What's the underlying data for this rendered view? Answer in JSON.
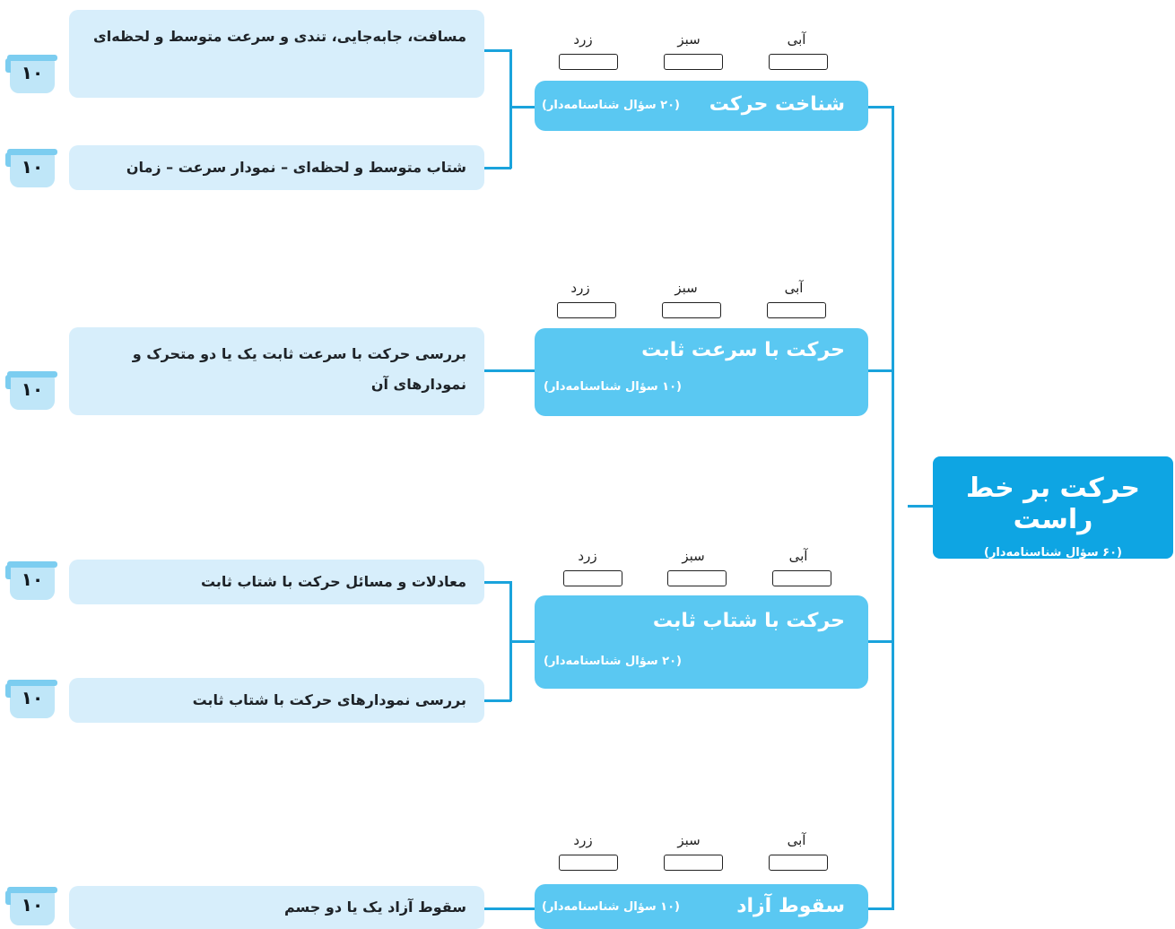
{
  "root": {
    "title": "حرکت بر خط راست",
    "count": "(۶۰ سؤال شناسنامه‌دار)"
  },
  "color_labels": {
    "yellow": "زرد",
    "green": "سبز",
    "blue": "آبی"
  },
  "topics": [
    {
      "title": "شناخت حرکت",
      "count": "(۲۰ سؤال شناسنامه‌دار)"
    },
    {
      "title": "حرکت با سرعت ثابت",
      "count": "(۱۰ سؤال شناسنامه‌دار)"
    },
    {
      "title": "حرکت با شتاب ثابت",
      "count": "(۲۰ سؤال شناسنامه‌دار)"
    },
    {
      "title": "سقوط آزاد",
      "count": "(۱۰ سؤال شناسنامه‌دار)"
    }
  ],
  "subtopics": [
    {
      "text": "مسافت، جابه‌جایی، تندی و سرعت متوسط و لحظه‌ای",
      "badge": "۱۰"
    },
    {
      "text": "شتاب متوسط و لحظه‌ای – نمودار سرعت – زمان",
      "badge": "۱۰"
    },
    {
      "text": "بررسی حرکت با سرعت ثابت یک یا دو متحرک و نمودارهای آن",
      "badge": "۱۰"
    },
    {
      "text": "معادلات و مسائل حرکت با شتاب ثابت",
      "badge": "۱۰"
    },
    {
      "text": "بررسی نمودارهای حرکت با شتاب ثابت",
      "badge": "۱۰"
    },
    {
      "text": "سقوط آزاد یک یا دو جسم",
      "badge": "۱۰"
    }
  ],
  "colors": {
    "root_bg": "#0ea5e3",
    "topic_bg": "#5ac8f2",
    "subtopic_bg": "#d7eefb",
    "connector": "#1aa3dc"
  }
}
